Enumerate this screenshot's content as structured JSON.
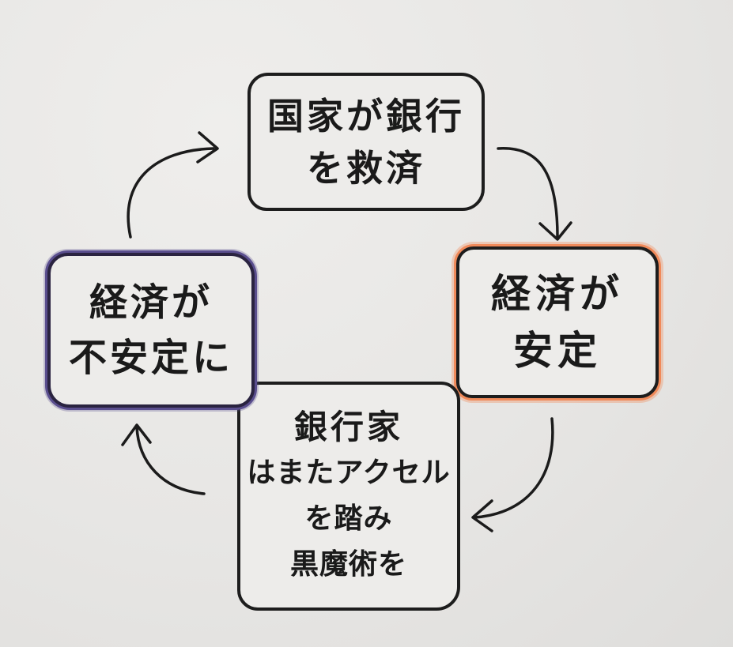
{
  "diagram": {
    "boxes": {
      "top": {
        "lines": [
          "国家が銀行",
          "を救済"
        ]
      },
      "right": {
        "lines": [
          "経済が",
          "安定"
        ],
        "outline_color": "#f08a5a"
      },
      "bottom": {
        "lines": [
          "銀行家",
          "はまたアクセル",
          "を踏み",
          "黒魔術を"
        ]
      },
      "left": {
        "lines": [
          "経済が",
          "不安定に"
        ],
        "outline_color": "#5a4e8e"
      }
    },
    "arrows": [
      {
        "from": "top",
        "to": "right"
      },
      {
        "from": "right",
        "to": "bottom"
      },
      {
        "from": "bottom",
        "to": "left"
      },
      {
        "from": "left",
        "to": "top"
      }
    ]
  }
}
